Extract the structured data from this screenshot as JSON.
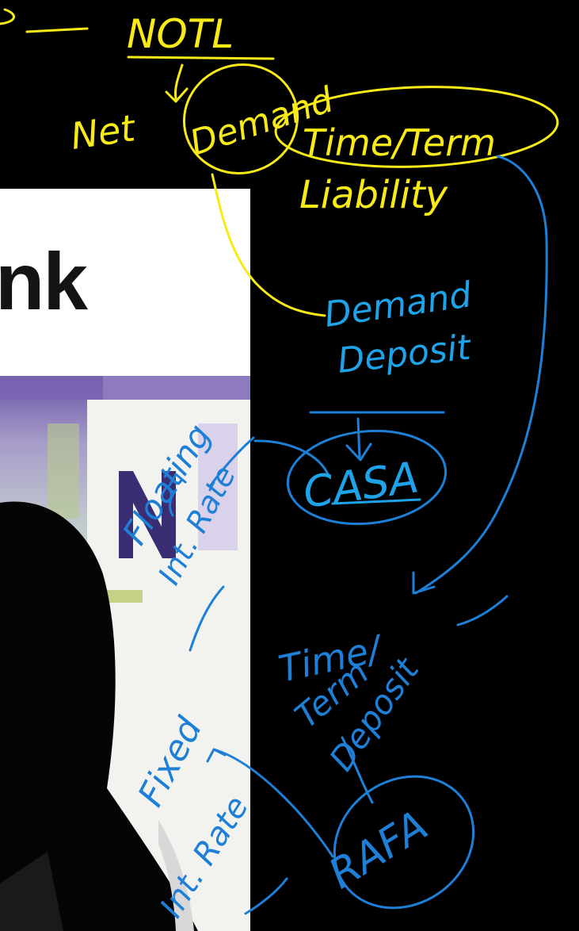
{
  "photo": {
    "brand_fragment": "nk"
  },
  "colors": {
    "yellow_ink": "#f7ea17",
    "blue_ink": "#1e7fd6",
    "cyan_ink": "#1fa3e8",
    "background": "#000000"
  },
  "annotations": {
    "top_label": "NOTL",
    "net": "Net",
    "demand": "Demand",
    "time_term": "Time/Term",
    "liability": "Liability",
    "demand_deposit_1": "Demand",
    "demand_deposit_2": "Deposit",
    "casa": "CASA",
    "floating_1": "Floating",
    "floating_2": "Int. Rate",
    "time_term_deposit_1": "Time/",
    "time_term_deposit_2": "Term",
    "time_term_deposit_3": "Deposit",
    "rafa": "RAFA",
    "fixed_1": "Fixed",
    "fixed_2": "Int. Rate"
  }
}
